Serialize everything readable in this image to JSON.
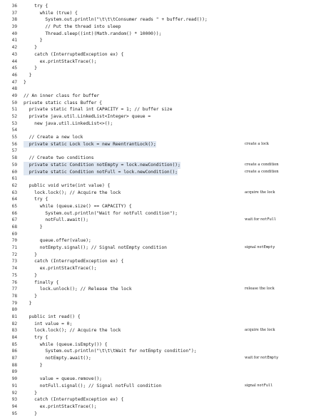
{
  "lines": [
    {
      "n": "36",
      "t": "    try {"
    },
    {
      "n": "37",
      "t": "      while (true) {"
    },
    {
      "n": "38",
      "t": "        System.out.println(\"\\t\\t\\tConsumer reads \" + buffer.read());"
    },
    {
      "n": "39",
      "t": "        // Put the thread into sleep"
    },
    {
      "n": "40",
      "t": "        Thread.sleep((int)(Math.random() * 10000));"
    },
    {
      "n": "41",
      "t": "      }"
    },
    {
      "n": "42",
      "t": "    }"
    },
    {
      "n": "43",
      "t": "    catch (InterruptedException ex) {"
    },
    {
      "n": "44",
      "t": "      ex.printStackTrace();"
    },
    {
      "n": "45",
      "t": "    }"
    },
    {
      "n": "46",
      "t": "  }"
    },
    {
      "n": "47",
      "t": "}"
    },
    {
      "n": "48",
      "t": ""
    },
    {
      "n": "49",
      "t": "// An inner class for buffer"
    },
    {
      "n": "50",
      "t": "private static class Buffer {"
    },
    {
      "n": "51",
      "t": "  private static final int CAPACITY = 1; // buffer size"
    },
    {
      "n": "52",
      "t": "  private java.util.LinkedList<Integer> queue ="
    },
    {
      "n": "53",
      "t": "    new java.util.LinkedList<>();"
    },
    {
      "n": "54",
      "t": ""
    },
    {
      "n": "55",
      "t": "  // Create a new lock"
    },
    {
      "n": "56",
      "t": "  private static Lock lock = new ReentrantLock();",
      "hl": true,
      "ann": "create a lock"
    },
    {
      "n": "57",
      "t": ""
    },
    {
      "n": "58",
      "t": "  // Create two conditions"
    },
    {
      "n": "59",
      "t": "  private static Condition notEmpty = lock.newCondition();",
      "hl": true,
      "ann": "create a condition"
    },
    {
      "n": "60",
      "t": "  private static Condition notFull = lock.newCondition();",
      "hl": true,
      "ann": "create a condition"
    },
    {
      "n": "61",
      "t": ""
    },
    {
      "n": "62",
      "t": "  public void write(int value) {"
    },
    {
      "n": "63",
      "t": "    lock.lock(); // Acquire the lock",
      "ann": "acquire the lock"
    },
    {
      "n": "64",
      "t": "    try {"
    },
    {
      "n": "65",
      "t": "      while (queue.size() == CAPACITY) {"
    },
    {
      "n": "66",
      "t": "        System.out.println(\"Wait for notFull condition\");"
    },
    {
      "n": "67",
      "t": "        notFull.await();",
      "ann": "wait for ",
      "ann_code": "notFull"
    },
    {
      "n": "68",
      "t": "      }"
    },
    {
      "n": "69",
      "t": ""
    },
    {
      "n": "70",
      "t": "      queue.offer(value);"
    },
    {
      "n": "71",
      "t": "      notEmpty.signal(); // Signal notEmpty condition",
      "ann": "signal ",
      "ann_code": "notEmpty"
    },
    {
      "n": "72",
      "t": "    }"
    },
    {
      "n": "73",
      "t": "    catch (InterruptedException ex) {"
    },
    {
      "n": "74",
      "t": "      ex.printStackTrace();"
    },
    {
      "n": "75",
      "t": "    }"
    },
    {
      "n": "76",
      "t": "    finally {"
    },
    {
      "n": "77",
      "t": "      lock.unlock(); // Release the lock",
      "ann": "release the lock"
    },
    {
      "n": "78",
      "t": "    }"
    },
    {
      "n": "79",
      "t": "  }"
    },
    {
      "n": "80",
      "t": ""
    },
    {
      "n": "81",
      "t": "  public int read() {"
    },
    {
      "n": "82",
      "t": "    int value = 0;"
    },
    {
      "n": "83",
      "t": "    lock.lock(); // Acquire the lock",
      "ann": "acquire the lock"
    },
    {
      "n": "84",
      "t": "    try {"
    },
    {
      "n": "85",
      "t": "      while (queue.isEmpty()) {"
    },
    {
      "n": "86",
      "t": "        System.out.println(\"\\t\\t\\tWait for notEmpty condition\");"
    },
    {
      "n": "87",
      "t": "        notEmpty.await();",
      "ann": "wait for ",
      "ann_code": "notEmpty"
    },
    {
      "n": "88",
      "t": "      }"
    },
    {
      "n": "89",
      "t": ""
    },
    {
      "n": "90",
      "t": "      value = queue.remove();"
    },
    {
      "n": "91",
      "t": "      notFull.signal(); // Signal notFull condition",
      "ann": "signal ",
      "ann_code": "notFull"
    },
    {
      "n": "92",
      "t": "    }"
    },
    {
      "n": "93",
      "t": "    catch (InterruptedException ex) {"
    },
    {
      "n": "94",
      "t": "      ex.printStackTrace();"
    },
    {
      "n": "95",
      "t": "    }"
    }
  ]
}
